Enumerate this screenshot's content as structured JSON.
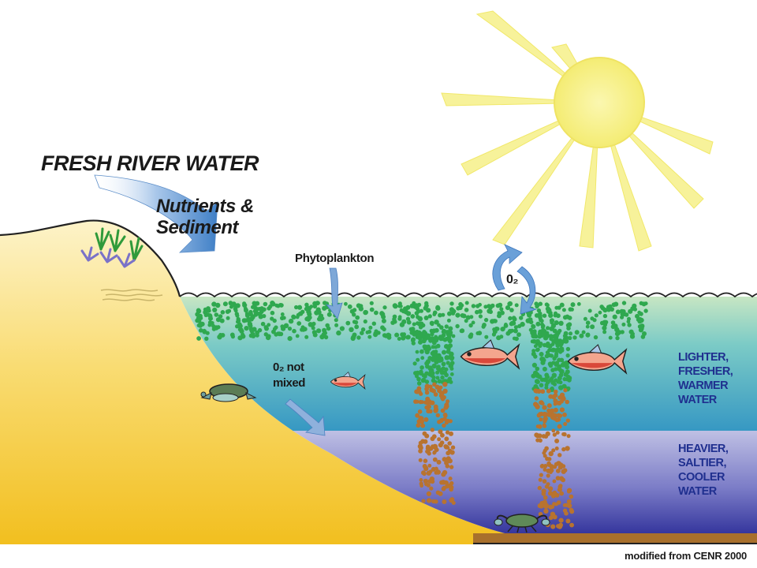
{
  "labels": {
    "title": "FRESH RIVER WATER",
    "nutrients_line1": "Nutrients &",
    "nutrients_line2": "Sediment",
    "phytoplankton": "Phytoplankton",
    "o2_exchange": "0₂",
    "o2_not_line1": "0₂ not",
    "o2_not_line2": "mixed",
    "upper_layer": [
      "LIGHTER,",
      "FRESHER,",
      "WARMER",
      "WATER"
    ],
    "lower_layer": [
      "HEAVIER,",
      "SALTIER,",
      "COOLER",
      "WATER"
    ],
    "credit": "modified from CENR 2000"
  },
  "colors": {
    "sand": "#f5c93a",
    "upper_water": "#3fa6c8",
    "lower_water": "#4a4fae",
    "sun": "#f8f28a",
    "phytoplankton": "#2fa84f",
    "sediment": "#b8732f",
    "label_blue": "#1f2f8f",
    "arrow_blue": "#4a87c9"
  },
  "icons": [
    "sun-icon",
    "fish-icon",
    "crab-icon",
    "turtle-icon",
    "grass-icon"
  ]
}
